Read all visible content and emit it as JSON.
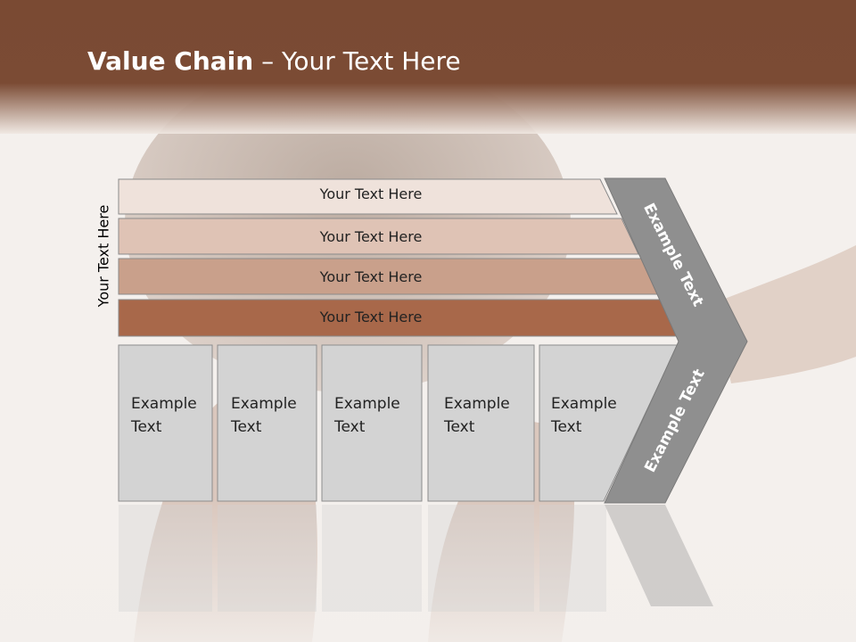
{
  "title": {
    "bold": "Value Chain",
    "rest": " – Your Text Here"
  },
  "side_label": "Your Text Here",
  "bars": [
    {
      "label": "Your Text Here",
      "color": "#efe2db"
    },
    {
      "label": "Your Text Here",
      "color": "#dfc3b5"
    },
    {
      "label": "Your Text Here",
      "color": "#c9a08b"
    },
    {
      "label": "Your Text Here",
      "color": "#a8684a"
    }
  ],
  "columns": [
    {
      "label": "Example Text"
    },
    {
      "label": "Example Text"
    },
    {
      "label": "Example Text"
    },
    {
      "label": "Example Text"
    },
    {
      "label": "Example Text"
    }
  ],
  "chevron": {
    "top_label": "Example Text",
    "bottom_label": "Example Text",
    "color": "#8f8f8f"
  },
  "colors": {
    "header": "#7a4a33",
    "column_fill": "#d3d3d3",
    "column_border": "#8d8d8d"
  }
}
